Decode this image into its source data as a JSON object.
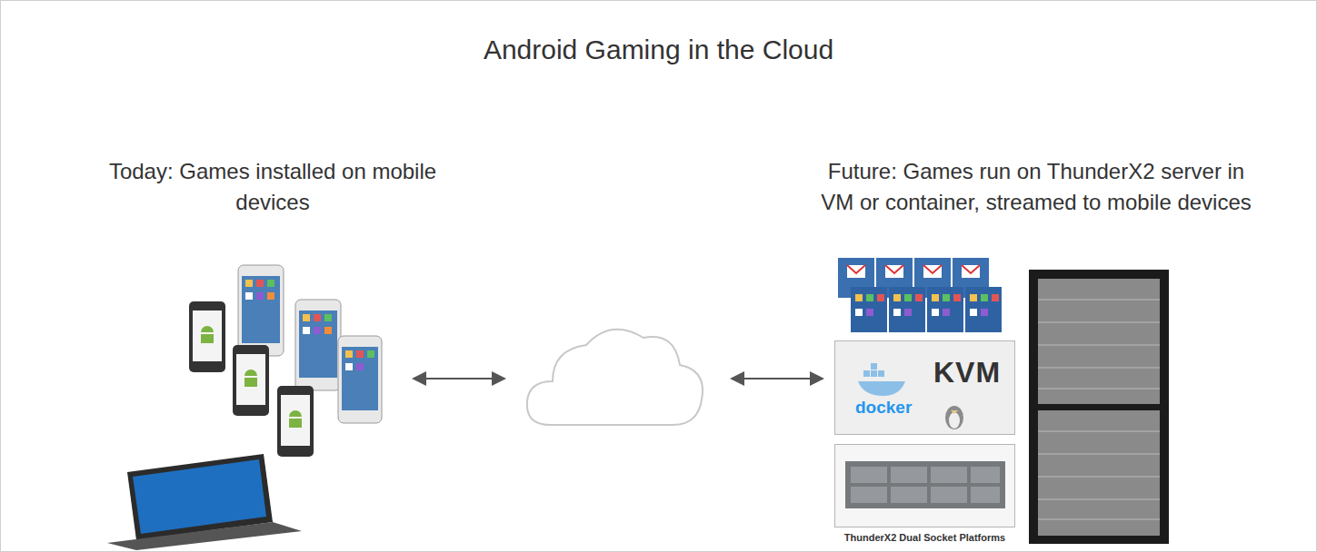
{
  "diagram": {
    "title": "Android Gaming in the Cloud",
    "nodes": [
      {
        "text": [
          "docker",
          "KVM"
        ]
      },
      {
        "text": [
          "ThunderX2 Dual Socket Platforms"
        ]
      }
    ],
    "labels": [
      "Today: Games installed on mobile devices",
      "Future: Games run on ThunderX2 server in VM or container, streamed to mobile devices"
    ]
  }
}
